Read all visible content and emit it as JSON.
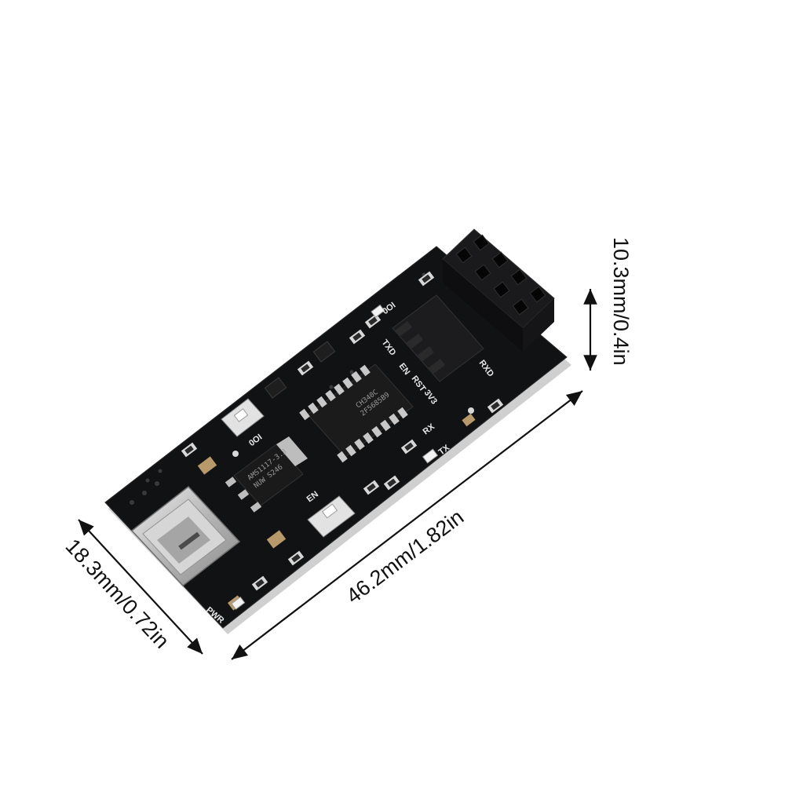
{
  "dimensions": {
    "length": "46.2mm/1.82in",
    "width": "18.3mm/0.72in",
    "height": "10.3mm/0.4in"
  },
  "board_labels": {
    "pwr": "PWR",
    "en": "EN",
    "io0_button": "IO0",
    "io0_header": "IO0",
    "txd": "TXD",
    "en_pin": "EN",
    "rst": "RST",
    "v33": "3V3",
    "rx": "RX",
    "tx": "TX",
    "rxd": "RXD"
  },
  "chip_labels": {
    "usb_chip": "CH340C",
    "usb_chip_code": "2F5685B9",
    "regulator": "AMS1117-3.3",
    "regulator_code": "NUW S246"
  },
  "colors": {
    "pcb": "#111214",
    "header": "#1c1c1e",
    "metal": "#c9c9c9",
    "background": "#ffffff"
  }
}
